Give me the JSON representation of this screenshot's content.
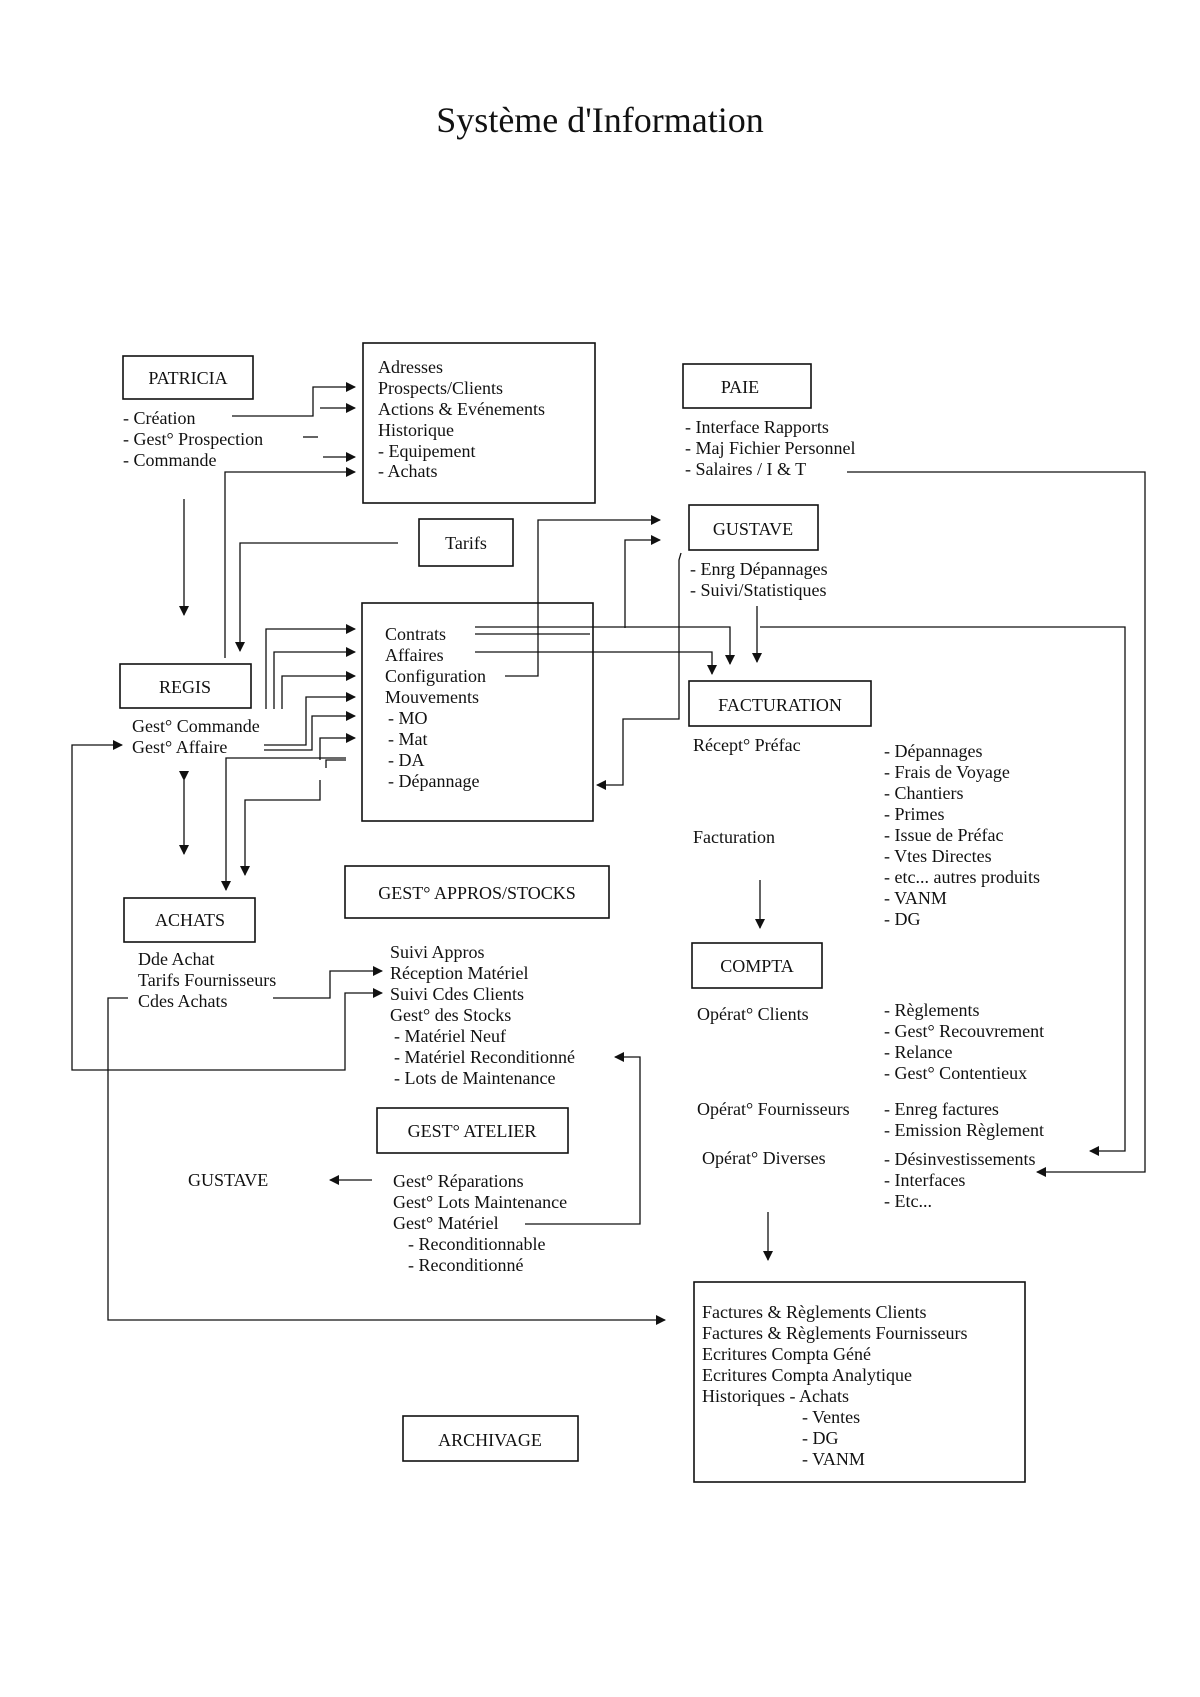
{
  "title": "Système d'Information",
  "modules": {
    "patricia": {
      "label": "PATRICIA",
      "items": [
        "- Création",
        "- Gest° Prospection",
        "- Commande"
      ]
    },
    "client_db": {
      "items": [
        "Adresses",
        "Prospects/Clients",
        "Actions & Evénements",
        "Historique",
        "- Equipement",
        "- Achats"
      ]
    },
    "paie": {
      "label": "PAIE",
      "items": [
        "- Interface Rapports",
        "- Maj Fichier Personnel",
        "- Salaires / I & T"
      ]
    },
    "tarifs": {
      "label": "Tarifs"
    },
    "gustave": {
      "label": "GUSTAVE",
      "items": [
        "- Enrg Dépannages",
        "- Suivi/Statistiques"
      ]
    },
    "regis": {
      "label": "REGIS",
      "items": [
        "Gest° Commande",
        "Gest° Affaire"
      ]
    },
    "contracts_db": {
      "items": [
        "Contrats",
        "Affaires",
        "Configuration",
        "Mouvements",
        "- MO",
        "- Mat",
        "- DA",
        "- Dépannage"
      ]
    },
    "facturation": {
      "label": "FACTURATION",
      "left_items": [
        "Récept° Préfac",
        "Facturation"
      ],
      "right_items": [
        "- Dépannages",
        "- Frais de Voyage",
        "- Chantiers",
        "- Primes",
        "- Issue de Préfac",
        "- Vtes Directes",
        "- etc... autres produits",
        "- VANM",
        "- DG"
      ]
    },
    "achats": {
      "label": "ACHATS",
      "items": [
        "Dde Achat",
        "Tarifs Fournisseurs",
        "Cdes Achats"
      ]
    },
    "appros": {
      "label": "GEST° APPROS/STOCKS",
      "items": [
        "Suivi Appros",
        "Réception Matériel",
        "Suivi Cdes Clients",
        "Gest° des Stocks",
        "- Matériel Neuf",
        "- Matériel Reconditionné",
        "- Lots de Maintenance"
      ]
    },
    "compta": {
      "label": "COMPTA",
      "groups": [
        {
          "label": "Opérat° Clients",
          "items": [
            "- Règlements",
            "- Gest° Recouvrement",
            "- Relance",
            "- Gest° Contentieux"
          ]
        },
        {
          "label": "Opérat° Fournisseurs",
          "items": [
            "- Enreg factures",
            "- Emission Règlement"
          ]
        },
        {
          "label": "Opérat° Diverses",
          "items": [
            "- Désinvestissements",
            "- Interfaces",
            "- Etc..."
          ]
        }
      ]
    },
    "atelier": {
      "label": "GEST° ATELIER",
      "target": "GUSTAVE",
      "items": [
        "Gest° Réparations",
        "Gest° Lots Maintenance",
        "Gest° Matériel",
        "- Reconditionnable",
        "- Reconditionné"
      ]
    },
    "archive_db": {
      "items": [
        "Factures & Règlements Clients",
        "Factures & Règlements Fournisseurs",
        "Ecritures Compta Géné",
        "Ecritures Compta Analytique",
        "Historiques - Achats",
        "- Ventes",
        "- DG",
        "- VANM"
      ]
    },
    "archivage": {
      "label": "ARCHIVAGE"
    }
  }
}
